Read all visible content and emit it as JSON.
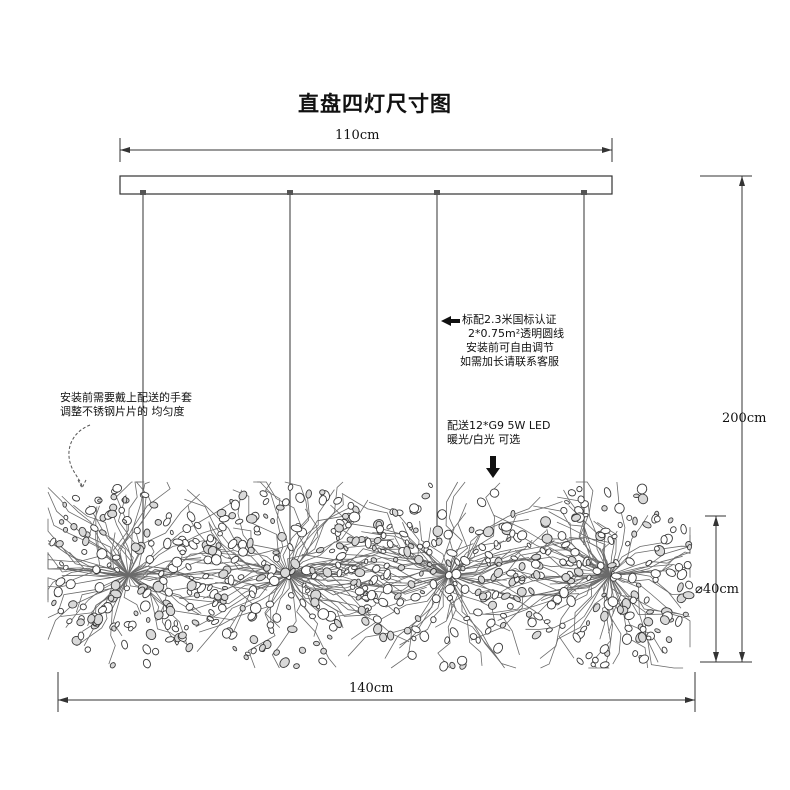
{
  "title": "直盘四灯尺寸图",
  "dimensions": {
    "plate_width": "110cm",
    "overall_width": "140cm",
    "overall_height": "200cm",
    "cluster_diameter": "⌀40cm"
  },
  "notes": {
    "cable": [
      "标配2.3米国标认证",
      "2*0.75m²透明圆线",
      "安装前可自由调节",
      "如需加长请联系客服"
    ],
    "led": [
      "配送12*G9 5W LED",
      "暖光/白光 可选"
    ],
    "glove": [
      "安装前需要戴上配送的手套",
      "调整不锈钢片片的 均匀度"
    ]
  },
  "lamp_count": 4
}
